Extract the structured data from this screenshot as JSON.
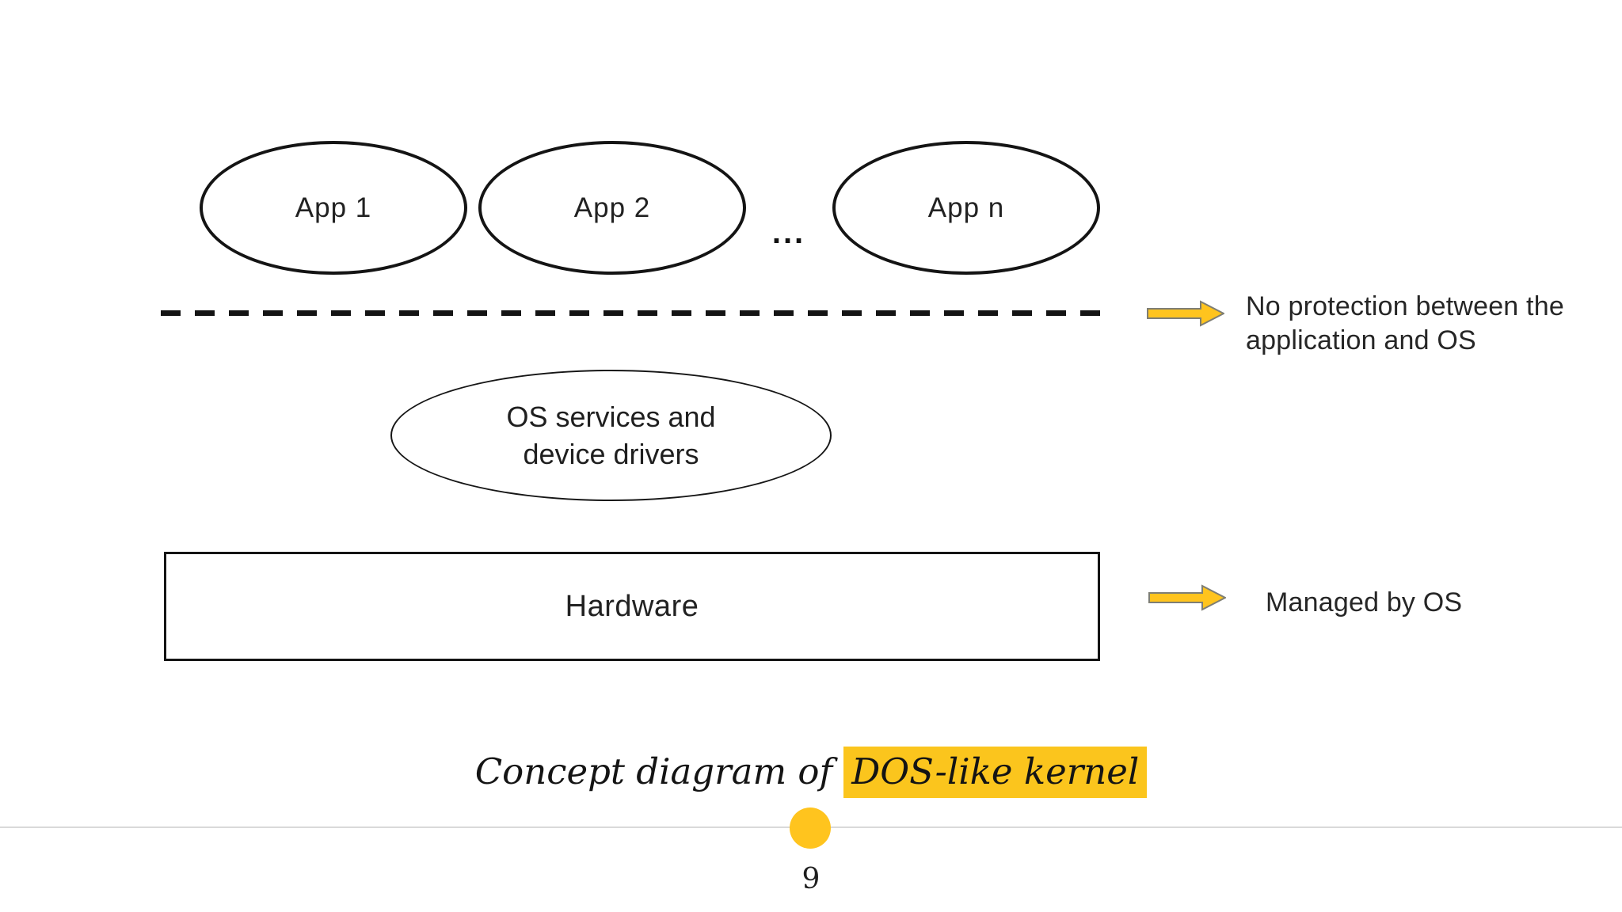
{
  "colors": {
    "accent_yellow": "#FFC41E",
    "highlight_yellow": "#FBC51D",
    "arrow_outline": "#7E7E74",
    "divider_gray": "#D9D9D9",
    "ink": "#1C1C1C"
  },
  "diagram": {
    "apps": [
      {
        "label": "App 1"
      },
      {
        "label": "App 2"
      },
      {
        "label": "App n"
      }
    ],
    "ellipsis": "...",
    "os_services": {
      "line1": "OS services and",
      "line2": "device drivers"
    },
    "hardware_label": "Hardware",
    "annotations": [
      {
        "text": "No protection between the application and OS"
      },
      {
        "text": "Managed by OS"
      }
    ]
  },
  "caption": {
    "prefix": "Concept diagram of",
    "highlight": "DOS-like kernel"
  },
  "footer": {
    "page_number": "9"
  }
}
